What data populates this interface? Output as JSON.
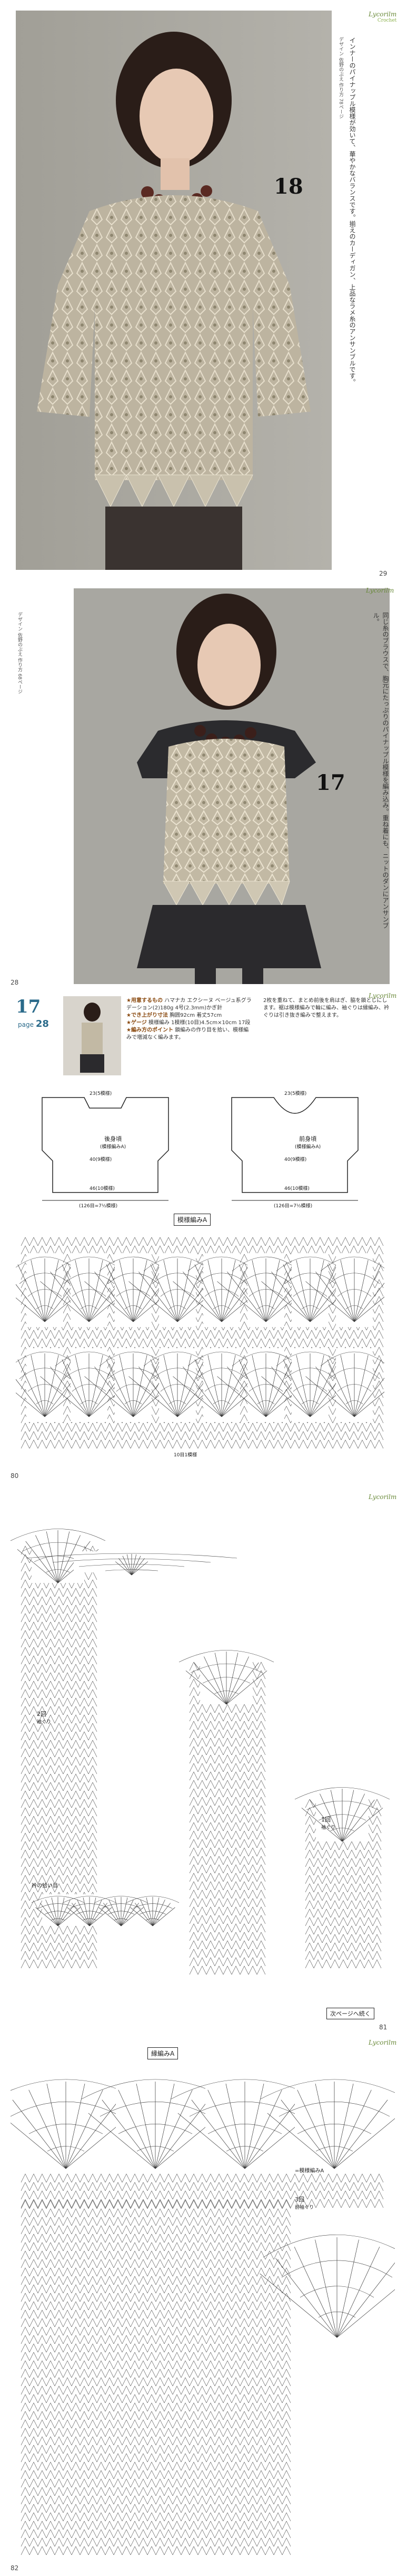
{
  "pages": [
    {
      "number": "29",
      "brand": "Lycorilm",
      "brand_sub": "Crochet",
      "model_no": "18",
      "caption": "インナーのパイナップル模様が効いて、華やかなバランスです。揃えのカーディガン、上品なラメ糸のアンサンブルです。",
      "side_note": "デザイン 佐野のぶえ 作り方 78ページ"
    },
    {
      "number": "28",
      "brand": "Lycorilm",
      "model_no": "17",
      "caption": "同じ糸のブラウスで、胸元にたっぷりのパイナップル模様を編み込み。重ね着にも、ニットのダンにアンサンブル。",
      "side_note": "デザイン 佐野のぶえ 作り方 68ページ"
    },
    {
      "number": "80",
      "brand": "Lycorilm",
      "model_no": "17",
      "ref_prefix": "page",
      "ref_page": "28",
      "materials_title": "★用意するもの",
      "materials": "ハマナカ エクシーヌ ベージュ系グラデーション(2)180g 4号(2.3mm)かぎ針",
      "size_title": "★でき上がり寸法",
      "size": "胸囲92cm 着丈57cm",
      "gauge_title": "★ゲージ",
      "gauge": "模様編み 1模様(10目)4.5cm×10cm 17段",
      "points_title": "★編み方のポイント",
      "points": "鎖編みの作り目を拾い、模様編みで増減なく編みます。",
      "column2": "2枚を重ねて、まとめ前後を肩はぎ、脇を鎖とじにします。裾は模様編みで輪に編み、袖ぐりは縁編み、衿ぐりは引き抜き編みで整えます。",
      "back_label": "後身頃",
      "back_sub": "(模様編みA)",
      "front_label": "前身頃",
      "front_sub": "(模様編みA)",
      "back_widths": [
        "23(5模様)",
        "40(9模様)",
        "46(10模様)"
      ],
      "front_widths": [
        "23(5模様)",
        "40(9模様)",
        "46(10模様)"
      ],
      "back_bottom": "(126目=7½模様)",
      "front_bottom": "(126目=7½模様)",
      "chart_title": "模様編みA",
      "chart_note": "10目1模様"
    },
    {
      "number": "81",
      "brand": "Lycorilm",
      "label_2": "2回",
      "label_2_sub": "袖ぐり",
      "label_1": "1回",
      "label_1_sub": "袖ぐり",
      "neck_title": "衿の拾い目",
      "continue": "次ページへ続く"
    },
    {
      "number": "82",
      "brand": "Lycorilm",
      "chart_title": "縁編みA",
      "chart_right": "=模様編みA",
      "label_3": "3回",
      "label_3_sub": "前袖ぐり"
    }
  ]
}
